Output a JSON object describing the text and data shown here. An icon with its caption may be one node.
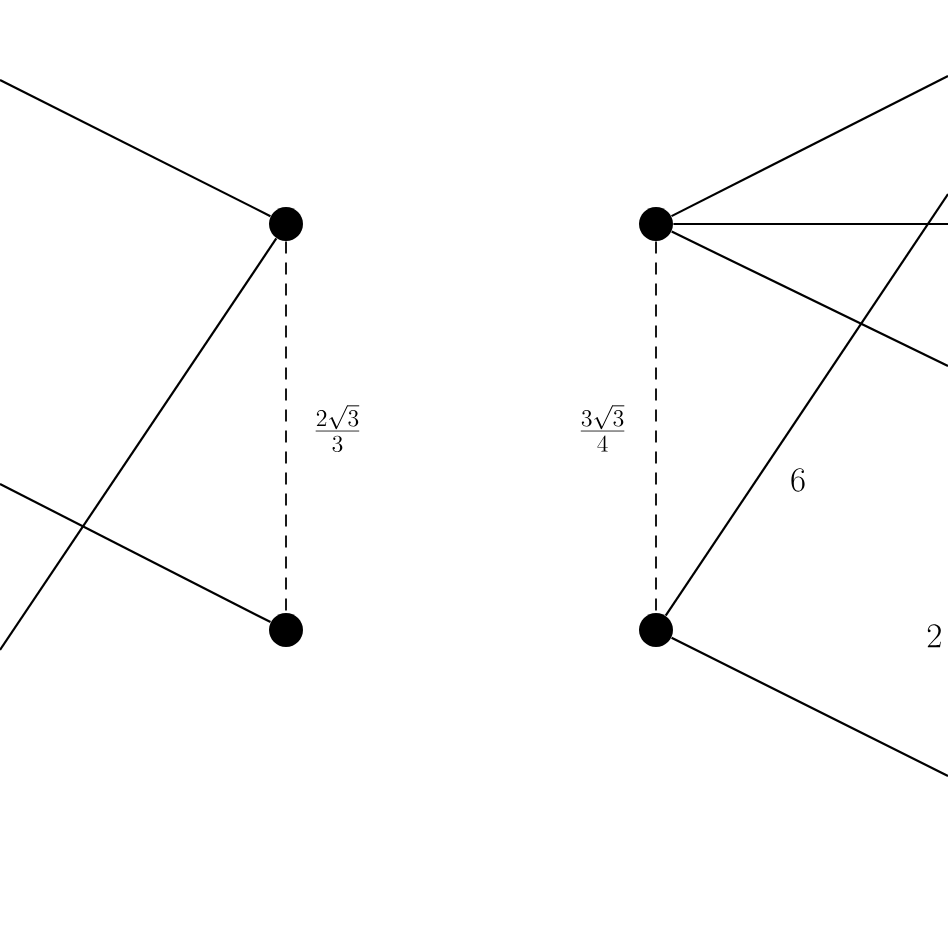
{
  "diagram": {
    "nodes": [
      {
        "text": [],
        "shape": "circle"
      },
      {
        "text": [],
        "shape": "circle"
      },
      {
        "text": [],
        "shape": "circle"
      },
      {
        "text": [],
        "shape": "circle"
      }
    ],
    "edges": [
      {
        "from": null,
        "to": 0,
        "arrow": "none"
      },
      {
        "from": null,
        "to": 0,
        "arrow": "none"
      },
      {
        "from": null,
        "to": 1,
        "arrow": "none"
      },
      {
        "from": 0,
        "to": 1,
        "arrow": "none",
        "style": "dashed",
        "label": "\\frac{2\\sqrt{3}}{3}"
      },
      {
        "from": 2,
        "to": null,
        "arrow": "none"
      },
      {
        "from": 2,
        "to": null,
        "arrow": "none"
      },
      {
        "from": 2,
        "to": null,
        "arrow": "none"
      },
      {
        "from": 3,
        "to": null,
        "arrow": "none",
        "label": "6"
      },
      {
        "from": 3,
        "to": null,
        "arrow": "none"
      },
      {
        "from": 2,
        "to": 3,
        "arrow": "none",
        "style": "dashed",
        "label": "\\frac{3\\sqrt{3}}{4}"
      }
    ],
    "labels": [
      "2"
    ]
  }
}
